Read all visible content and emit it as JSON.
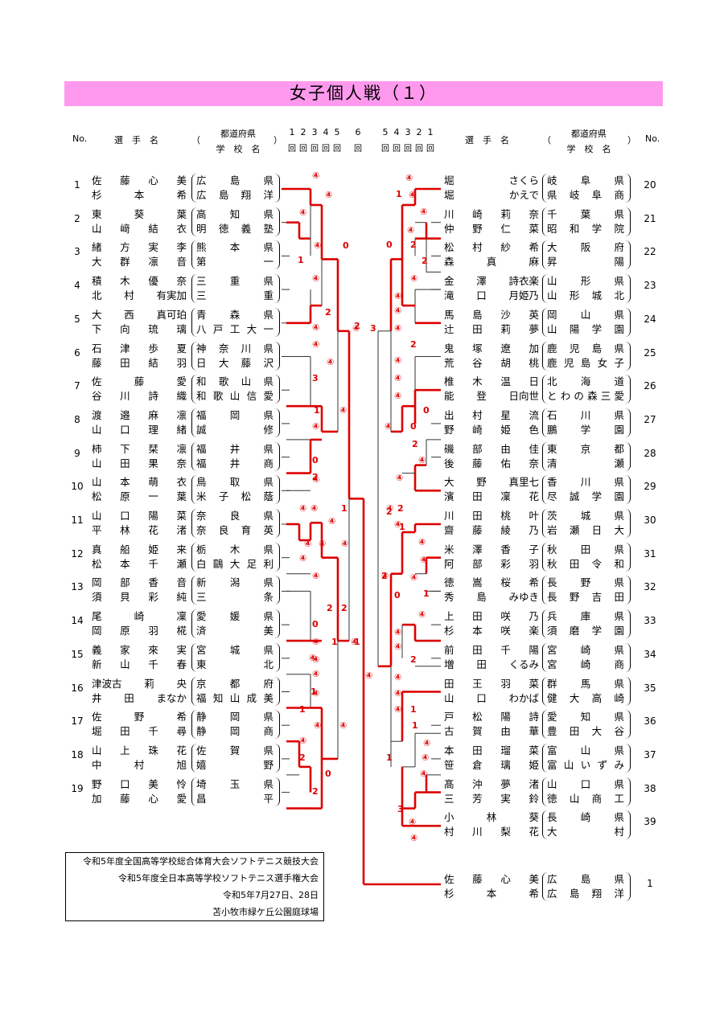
{
  "title": "女子個人戦（１）",
  "header": {
    "no": "No.",
    "player": "選　手　名",
    "pref": "都道府県",
    "school": "学　校　名",
    "paren_open": "（",
    "paren_close": "）",
    "rounds_left": [
      "1",
      "2",
      "3",
      "4",
      "5",
      "6"
    ],
    "rounds_right": [
      "6",
      "5",
      "4",
      "3",
      "2",
      "1"
    ],
    "check": "回"
  },
  "left": [
    {
      "no": "1",
      "p1": "佐　藤　心　美",
      "p2": "杉　本　　　希",
      "s1": "広　島　県",
      "s2": "広島翔洋"
    },
    {
      "no": "2",
      "p1": "東　　葵　葉",
      "p2": "山　﨑　結　衣",
      "s1": "高　知　県",
      "s2": "明徳義塾"
    },
    {
      "no": "3",
      "p1": "緒　方　実　李",
      "p2": "大　群　凛　音",
      "s1": "熊　本　県",
      "s2": "第　　一"
    },
    {
      "no": "4",
      "p1": "積　木　優　奈",
      "p2": "北　村　有実加",
      "s1": "三　重　県",
      "s2": "三　　重"
    },
    {
      "no": "5",
      "p1": "大　西　真可珀",
      "p2": "下　向　琉　璃",
      "s1": "青　森　県",
      "s2": "八戸工大一"
    },
    {
      "no": "6",
      "p1": "石　津　歩　夏",
      "p2": "藤　田　結　羽",
      "s1": "神奈川県",
      "s2": "日大藤沢"
    },
    {
      "no": "7",
      "p1": "佐　藤　　　愛",
      "p2": "谷　川　詩　織",
      "s1": "和歌山県",
      "s2": "和歌山信愛"
    },
    {
      "no": "8",
      "p1": "渡　邉　麻　凛",
      "p2": "山　口　理　緒",
      "s1": "福　岡　県",
      "s2": "誠　　修"
    },
    {
      "no": "9",
      "p1": "柿　下　栞　凛",
      "p2": "山　田　果　奈",
      "s1": "福　井　県",
      "s2": "福　井　商"
    },
    {
      "no": "10",
      "p1": "山　本　萌　衣",
      "p2": "松　原　一　葉",
      "s1": "鳥　取　県",
      "s2": "米子松蔭"
    },
    {
      "no": "11",
      "p1": "山　口　陽　菜",
      "p2": "平　林　花　渚",
      "s1": "奈　良　県",
      "s2": "奈良育英"
    },
    {
      "no": "12",
      "p1": "真　船　姫　来",
      "p2": "松　本　千　瀬",
      "s1": "栃　木　県",
      "s2": "白鷗大足利"
    },
    {
      "no": "13",
      "p1": "岡　部　香　音",
      "p2": "須　貝　彩　純",
      "s1": "新　潟　県",
      "s2": "三　　条"
    },
    {
      "no": "14",
      "p1": "尾　崎　　　凜",
      "p2": "岡　原　羽　椛",
      "s1": "愛　媛　県",
      "s2": "済　　美"
    },
    {
      "no": "15",
      "p1": "義　家　來　実",
      "p2": "新　山　千　春",
      "s1": "宮　城　県",
      "s2": "東　　北"
    },
    {
      "no": "16",
      "p1": "津波古　莉　央",
      "p2": "井　田　まなか",
      "s1": "京　都　府",
      "s2": "福知山成美"
    },
    {
      "no": "17",
      "p1": "佐　野　　　希",
      "p2": "堀　田　千　尋",
      "s1": "静　岡　県",
      "s2": "静　岡　商"
    },
    {
      "no": "18",
      "p1": "山　上　珠　花",
      "p2": "中　村　　　旭",
      "s1": "佐　賀　県",
      "s2": "嬉　　野"
    },
    {
      "no": "19",
      "p1": "野　口　美　怜",
      "p2": "加　藤　心　愛",
      "s1": "埼　玉　県",
      "s2": "昌　　平"
    }
  ],
  "right": [
    {
      "no": "20",
      "p1": "堀　　さくら",
      "p2": "堀　　かえで",
      "s1": "岐　阜　県",
      "s2": "県岐阜商"
    },
    {
      "no": "21",
      "p1": "川　崎　莉　奈",
      "p2": "仲　野　仁　菜",
      "s1": "千　葉　県",
      "s2": "昭和学院"
    },
    {
      "no": "22",
      "p1": "松　村　紗　希",
      "p2": "森　　真　麻",
      "s1": "大　阪　府",
      "s2": "昇　　陽"
    },
    {
      "no": "23",
      "p1": "金　澤　詩衣楽",
      "p2": "滝　口　月姫乃",
      "s1": "山　形　県",
      "s2": "山形城北"
    },
    {
      "no": "24",
      "p1": "馬　島　沙　英",
      "p2": "辻　　田　莉　夢",
      "s1": "岡　山　県",
      "s2": "山陽学園"
    },
    {
      "no": "25",
      "p1": "鬼　塚　遼　加",
      "p2": "荒　谷　胡　桃",
      "s1": "鹿児島県",
      "s2": "鹿児島女子"
    },
    {
      "no": "26",
      "p1": "椎　木　温　日",
      "p2": "能　登　日向世",
      "s1": "北　海　道",
      "s2": "とわの森三愛"
    },
    {
      "no": "27",
      "p1": "出　村　星　流",
      "p2": "野　崎　姫　色",
      "s1": "石　川　県",
      "s2": "鵬　学　園"
    },
    {
      "no": "28",
      "p1": "磯　部　由　佳",
      "p2": "後　藤　佑　奈",
      "s1": "東　京　都",
      "s2": "清　　瀬"
    },
    {
      "no": "29",
      "p1": "大　野　真里七",
      "p2": "濱　田　凜　花",
      "s1": "香　川　県",
      "s2": "尽誠学園"
    },
    {
      "no": "30",
      "p1": "川　田　桃　叶",
      "p2": "齋　藤　綾　乃",
      "s1": "茨　城　県",
      "s2": "岩瀬日大"
    },
    {
      "no": "31",
      "p1": "米　澤　香　子",
      "p2": "阿　部　彩　羽",
      "s1": "秋　田　県",
      "s2": "秋田令和"
    },
    {
      "no": "32",
      "p1": "徳　嵩　桜　希",
      "p2": "秀　島　みゆき",
      "s1": "長　野　県",
      "s2": "長野吉田"
    },
    {
      "no": "33",
      "p1": "上　田　咲　乃",
      "p2": "杉　本　咲　楽",
      "s1": "兵　庫　県",
      "s2": "須磨学園"
    },
    {
      "no": "34",
      "p1": "前　田　千　陽",
      "p2": "増　田　くるみ",
      "s1": "宮　崎　県",
      "s2": "宮　崎　商"
    },
    {
      "no": "35",
      "p1": "田　王　羽　菜",
      "p2": "山　口　わかば",
      "s1": "群　馬　県",
      "s2": "健大高崎"
    },
    {
      "no": "36",
      "p1": "戸　松　陽　詩",
      "p2": "古　賀　由　華",
      "s1": "愛　知　県",
      "s2": "豊田大谷"
    },
    {
      "no": "37",
      "p1": "本　田　瑠　菜",
      "p2": "笹　倉　璃　姫",
      "s1": "富　山　県",
      "s2": "富山いずみ"
    },
    {
      "no": "38",
      "p1": "髙　沖　夢　渚",
      "p2": "三　芳　実　鈴",
      "s1": "山　口　県",
      "s2": "徳山商工"
    },
    {
      "no": "39",
      "p1": "小　林　　　葵",
      "p2": "村　川　梨　花",
      "s1": "長　崎　県",
      "s2": "大　　村"
    }
  ],
  "winner": {
    "no": "1",
    "p1": "佐　藤　心　美",
    "p2": "杉　本　　　希",
    "s1": "広　島　県",
    "s2": "広島翔洋"
  },
  "footer": [
    "令和5年度全国高等学校総合体育大会ソフトテニス競技大会",
    "令和5年度全日本高等学校ソフトテニス選手権大会",
    "令和5年7月27日、28日",
    "苫小牧市緑ケ丘公園庭球場"
  ],
  "scores": {
    "L": [
      "④",
      "④",
      "④",
      "④",
      "0",
      "1",
      "④",
      "2",
      "④",
      "2",
      "④",
      "④",
      "3",
      "1",
      "④",
      "④",
      "0",
      "2",
      "④",
      "④",
      "1",
      "④",
      "④",
      "④",
      "④",
      "④",
      "④",
      "2",
      "0",
      "④",
      "1",
      "④",
      "④",
      "1",
      "1",
      "④",
      "④",
      "④",
      "2",
      "0",
      "2",
      "④",
      "④",
      "2",
      "④",
      "④"
    ],
    "R": [
      "④",
      "1",
      "④",
      "④",
      "④",
      "0",
      "2",
      "2",
      "④",
      "④",
      "④",
      "④",
      "④",
      "2",
      "④",
      "④",
      "0",
      "④",
      "0",
      "2",
      "④",
      "④",
      "2",
      "2",
      "④",
      "④",
      "1",
      "④",
      "④",
      "④",
      "1",
      "0",
      "④",
      "④",
      "④",
      "2",
      "④",
      "④",
      "1",
      "④",
      "1",
      "④",
      "1",
      "④",
      "3",
      "④",
      "④",
      "④"
    ],
    "C": [
      "④",
      "3",
      "1",
      "④",
      "2",
      "④"
    ]
  }
}
